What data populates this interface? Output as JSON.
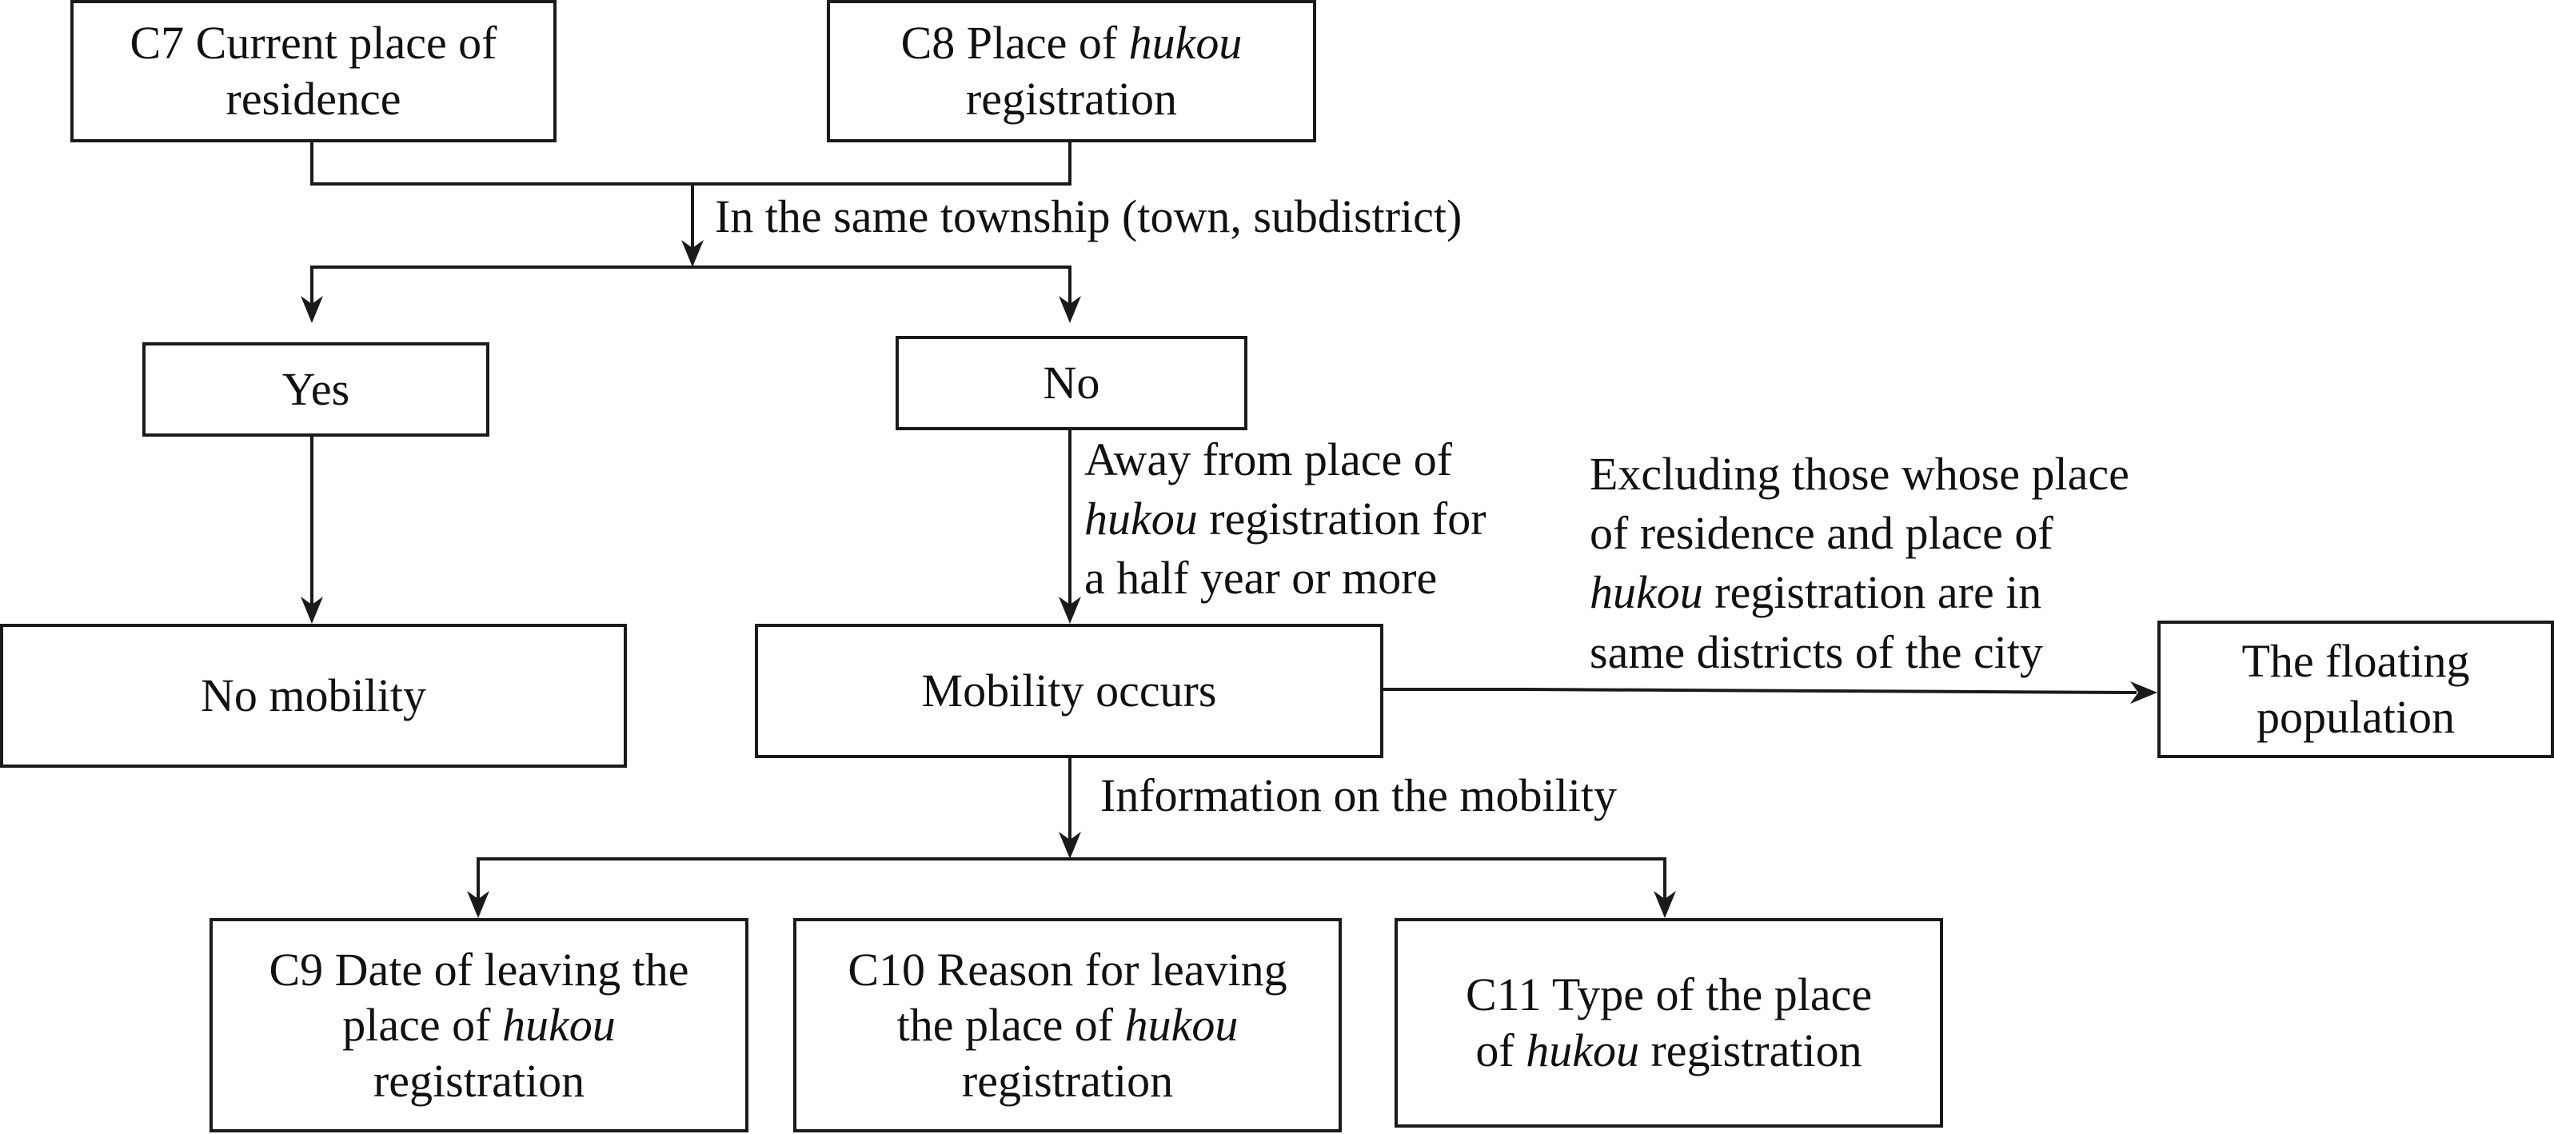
{
  "nodes": {
    "c7": {
      "line1": "C7 Current place of",
      "line2": "residence"
    },
    "c8": {
      "line1_pre": "C8 Place of ",
      "line1_em": "hukou",
      "line2": "registration"
    },
    "yes": {
      "label": "Yes"
    },
    "no": {
      "label": "No"
    },
    "no_mobility": {
      "label": "No mobility"
    },
    "mobility_occurs": {
      "label": "Mobility occurs"
    },
    "floating": {
      "line1": "The floating",
      "line2": "population"
    },
    "c9": {
      "line1": "C9 Date of leaving the",
      "line2_pre": "place of ",
      "line2_em": "hukou",
      "line3": "registration"
    },
    "c10": {
      "line1": "C10 Reason for leaving",
      "line2_pre": "the place of ",
      "line2_em": "hukou",
      "line3": "registration"
    },
    "c11": {
      "line1": "C11 Type of the place",
      "line2_pre": "of ",
      "line2_em": "hukou",
      "line2_post": " registration"
    }
  },
  "edges": {
    "same_township": {
      "label": "In the same township (town, subdistrict)"
    },
    "away": {
      "line1": "Away from place of",
      "line2_em": "hukou",
      "line2_post": " registration for",
      "line3": "a half year or more"
    },
    "excluding": {
      "line1": "Excluding those whose place",
      "line2": "of residence and place of",
      "line3_em": "hukou",
      "line3_post": " registration are in",
      "line4": "same districts of the city"
    },
    "information": {
      "label": "Information on the mobility"
    }
  }
}
